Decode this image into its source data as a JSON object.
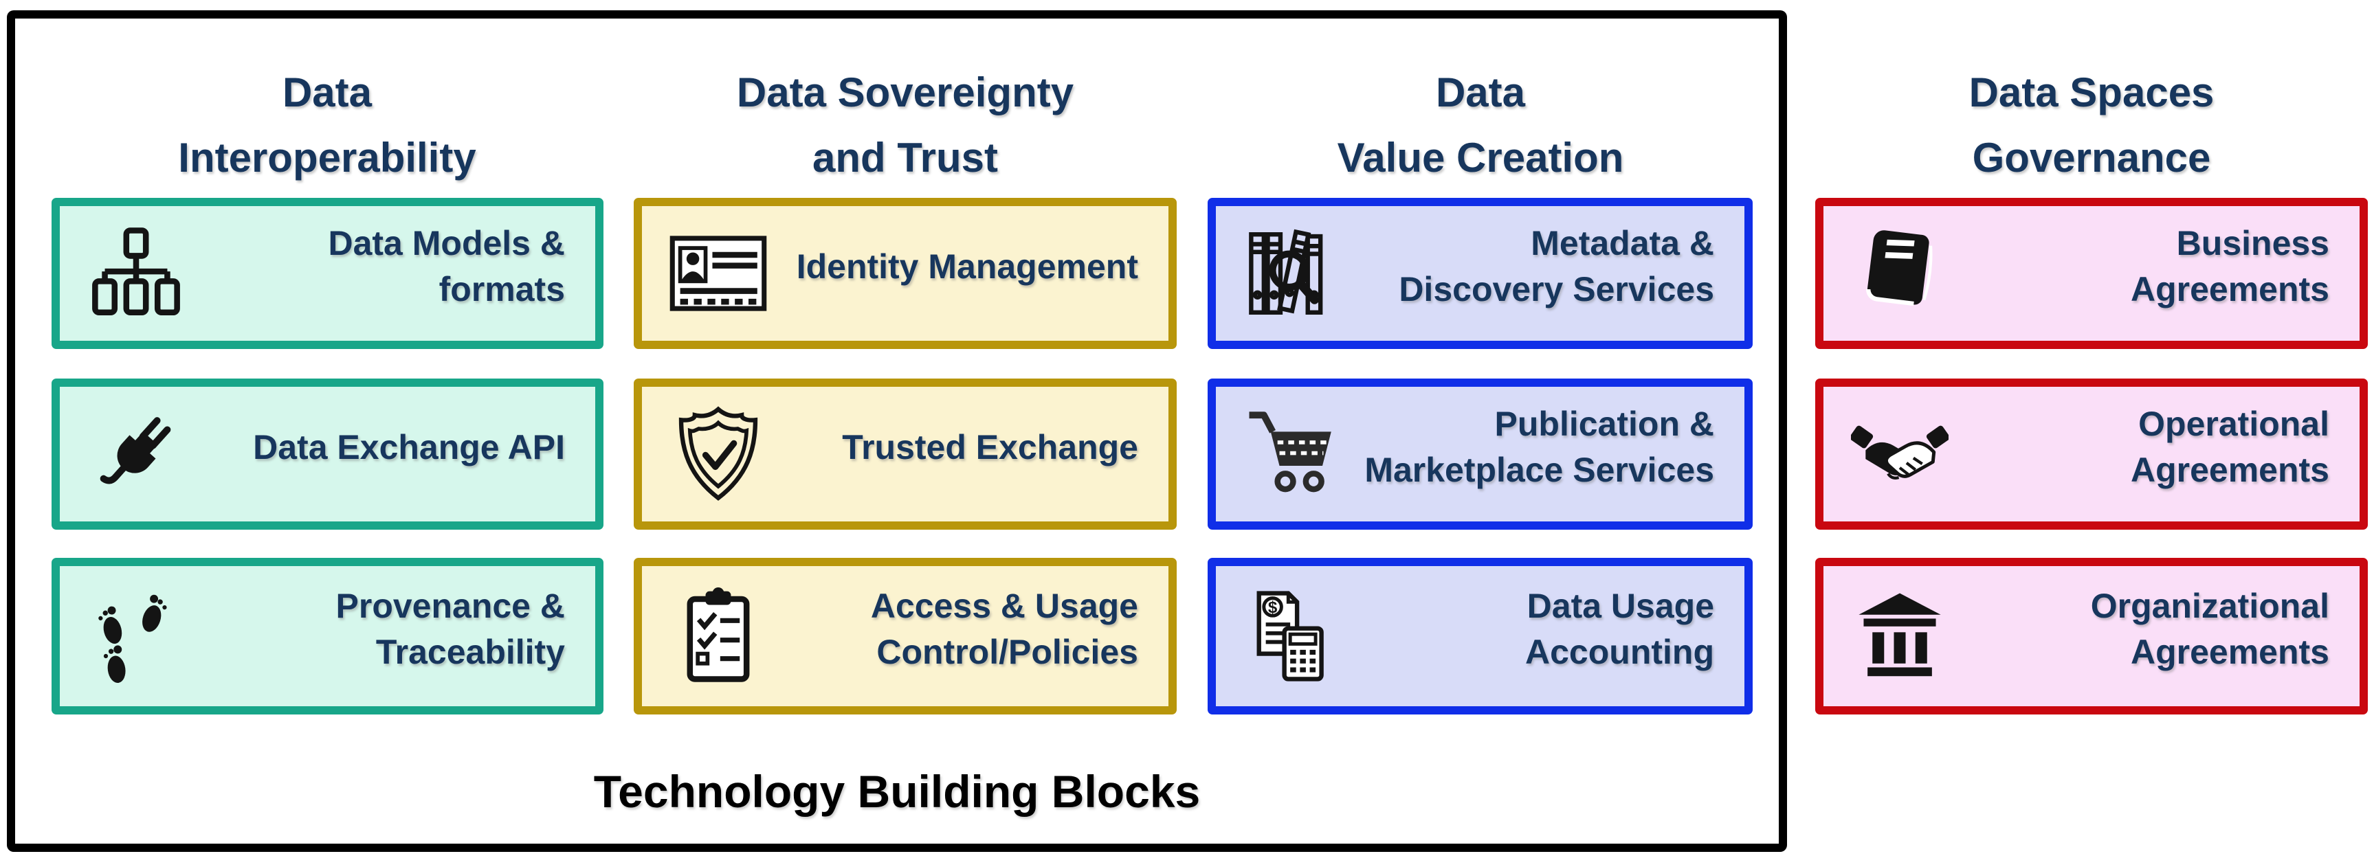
{
  "diagram": {
    "container_label": "Technology Building Blocks",
    "text_color": "#17365D",
    "container_border_color": "#000000",
    "columns": [
      {
        "title": "Data\nInteroperability",
        "border_color": "#18A689",
        "fill_color": "#D6F7EC",
        "cards": [
          {
            "label": "Data Models &\nformats",
            "icon": "sitemap-icon"
          },
          {
            "label": "Data Exchange API",
            "icon": "plug-icon"
          },
          {
            "label": "Provenance &\nTraceability",
            "icon": "footprints-icon"
          }
        ]
      },
      {
        "title": "Data Sovereignty\nand Trust",
        "border_color": "#B8960B",
        "fill_color": "#FBF3D0",
        "cards": [
          {
            "label": "Identity Management",
            "icon": "id-card-icon"
          },
          {
            "label": "Trusted Exchange",
            "icon": "shield-check-icon"
          },
          {
            "label": "Access & Usage\nControl/Policies",
            "icon": "clipboard-checklist-icon"
          }
        ]
      },
      {
        "title": "Data\nValue Creation",
        "border_color": "#102EE8",
        "fill_color": "#D8DCF8",
        "cards": [
          {
            "label": "Metadata &\nDiscovery Services",
            "icon": "books-magnifier-icon"
          },
          {
            "label": "Publication &\nMarketplace Services",
            "icon": "shopping-cart-icon"
          },
          {
            "label": "Data Usage\nAccounting",
            "icon": "invoice-calculator-icon"
          }
        ]
      },
      {
        "title": "Data Spaces\nGovernance",
        "border_color": "#C90810",
        "fill_color": "#FADFF8",
        "cards": [
          {
            "label": "Business\nAgreements",
            "icon": "book-icon"
          },
          {
            "label": "Operational\nAgreements",
            "icon": "handshake-icon"
          },
          {
            "label": "Organizational\nAgreements",
            "icon": "bank-icon"
          }
        ]
      }
    ]
  }
}
